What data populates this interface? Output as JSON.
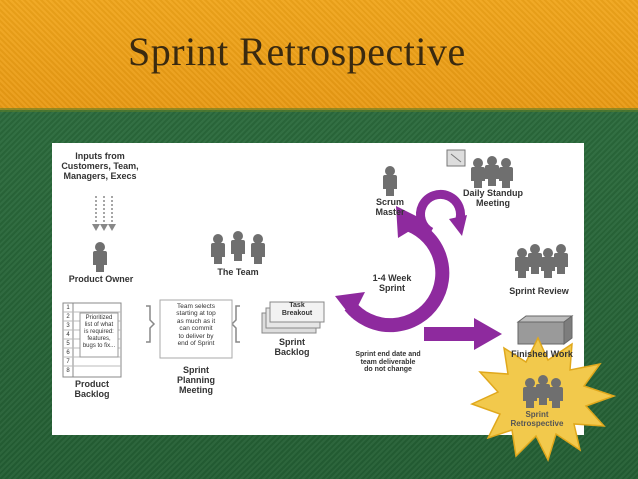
{
  "slide": {
    "title": "Sprint Retrospective",
    "colors": {
      "top": "#f0a51b",
      "bottom": "#2b6a3c",
      "purple": "#8e2a9e",
      "burst": "#f2c94c"
    }
  },
  "diagram": {
    "inputs_label": [
      "Inputs from",
      "Customers, Team,",
      "Managers, Execs"
    ],
    "product_owner": "Product Owner",
    "the_team": "The Team",
    "scrum_master": [
      "Scrum",
      "Master"
    ],
    "daily_standup": [
      "Daily Standup",
      "Meeting"
    ],
    "sprint_cycle": [
      "1-4 Week",
      "Sprint"
    ],
    "sprint_review": "Sprint Review",
    "finished_work": "Finished Work",
    "backlog_rows": [
      "1",
      "2",
      "3",
      "4",
      "5",
      "6",
      "7",
      "8"
    ],
    "backlog_note": [
      "Prioritized",
      "list of what",
      "is required:",
      "features,",
      "bugs to fix..."
    ],
    "product_backlog": [
      "Product",
      "Backlog"
    ],
    "team_selects": [
      "Team selects",
      "starting at top",
      "as much as it",
      "can commit",
      "to deliver by",
      "end of Sprint"
    ],
    "sprint_planning": [
      "Sprint",
      "Planning",
      "Meeting"
    ],
    "task_breakout": [
      "Task",
      "Breakout"
    ],
    "sprint_backlog": [
      "Sprint",
      "Backlog"
    ],
    "sprint_end_note": [
      "Sprint end date and",
      "team deliverable",
      "do not change"
    ],
    "retrospective": [
      "Sprint",
      "Retrospective"
    ]
  }
}
